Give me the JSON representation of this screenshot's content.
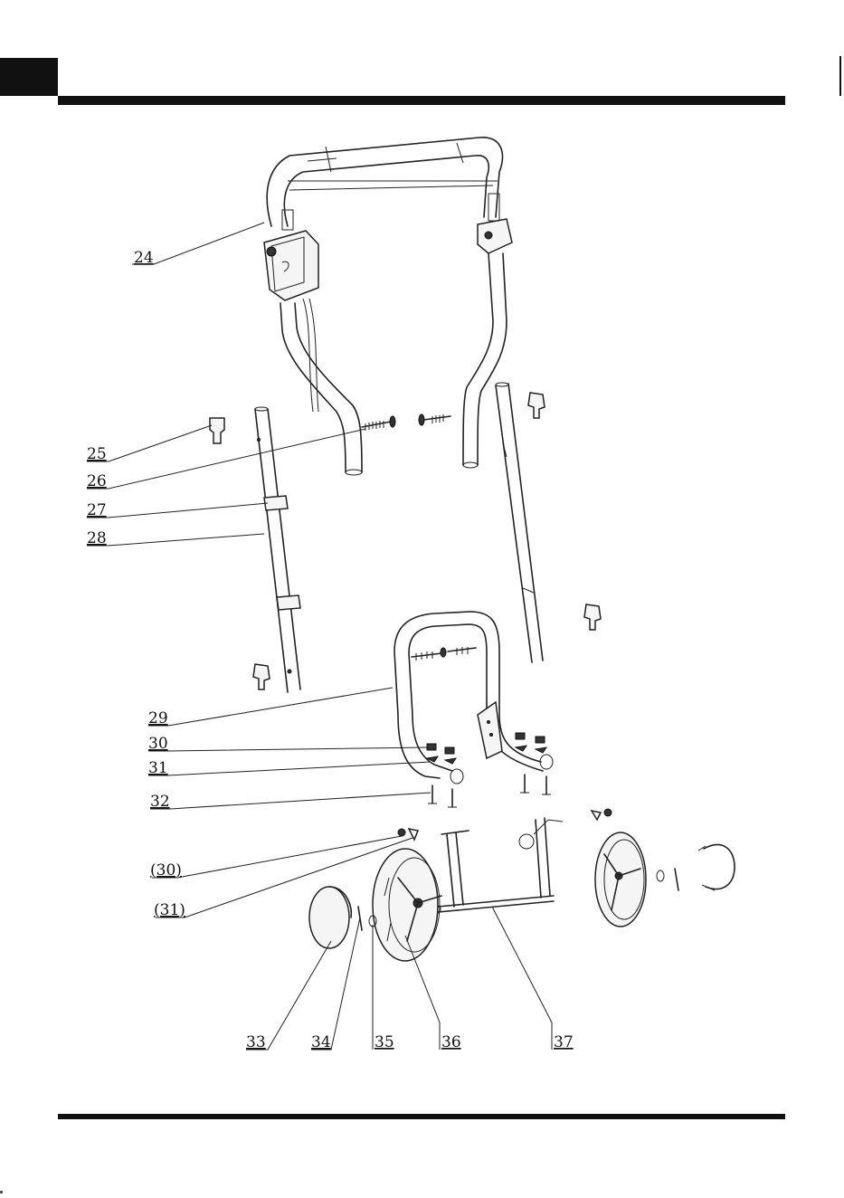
{
  "labels": {
    "l24": "24",
    "l25": "25",
    "l26": "26",
    "l27": "27",
    "l28": "28",
    "l29": "29",
    "l30": "30",
    "l31": "31",
    "l32": "32",
    "l30b": "(30)",
    "l31b": "(31)",
    "l33": "33",
    "l34": "34",
    "l35": "35",
    "l36": "36",
    "l37": "37"
  }
}
